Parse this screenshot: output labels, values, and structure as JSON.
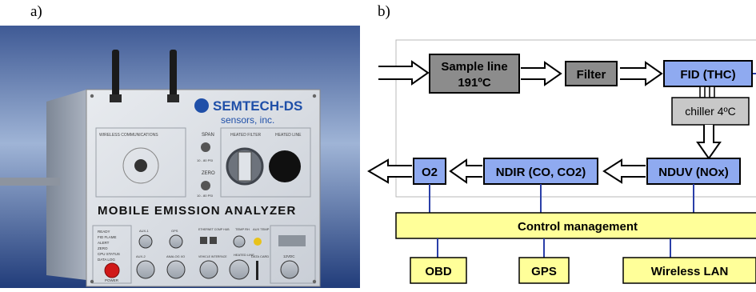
{
  "panels": {
    "a": "a)",
    "b": "b)"
  },
  "photo": {
    "brand_line1": "SEMTECH-DS",
    "brand_line2": "sensors, inc.",
    "title": "MOBILE  EMISSION  ANALYZER",
    "wireless_label": "WIRELESS COMMUNICATIONS",
    "span_label": "SPAN",
    "zero_label": "ZERO",
    "psi_label": "10 - 80 PSI",
    "heated_filter_label": "HEATED FILTER",
    "heated_line_label": "HEATED LINE",
    "status_items": [
      "READY",
      "FID FLAME",
      "ALERT",
      "ZERO",
      "CPU STATUS",
      "DATA LOG"
    ],
    "power_label": "POWER",
    "port_labels": [
      "AUX-1",
      "GPS",
      "ETHERNET COMP HUB",
      "TEMP RH",
      "AUX TEMP",
      "AUX-2",
      "ANALOG I/O",
      "VEHICLE INTERFACE",
      "HEATED LINE",
      "DATA CARD",
      "12VDC"
    ]
  },
  "diagram": {
    "nodes": {
      "sample_line_1": "Sample line",
      "sample_line_2": "191ºC",
      "filter": "Filter",
      "fid": "FID (THC)",
      "chiller": "chiller 4ºC",
      "nduv": "NDUV (NOx)",
      "ndir": "NDIR (CO, CO2)",
      "o2": "O2",
      "control": "Control management",
      "obd": "OBD",
      "gps": "GPS",
      "wlan": "Wireless LAN"
    },
    "colors": {
      "gray_box": "#8c8c8c",
      "light_gray_box": "#c8c8c8",
      "blue_box": "#8faaf0",
      "yellow_box": "#ffff99",
      "line": "#2a3fa8"
    }
  }
}
